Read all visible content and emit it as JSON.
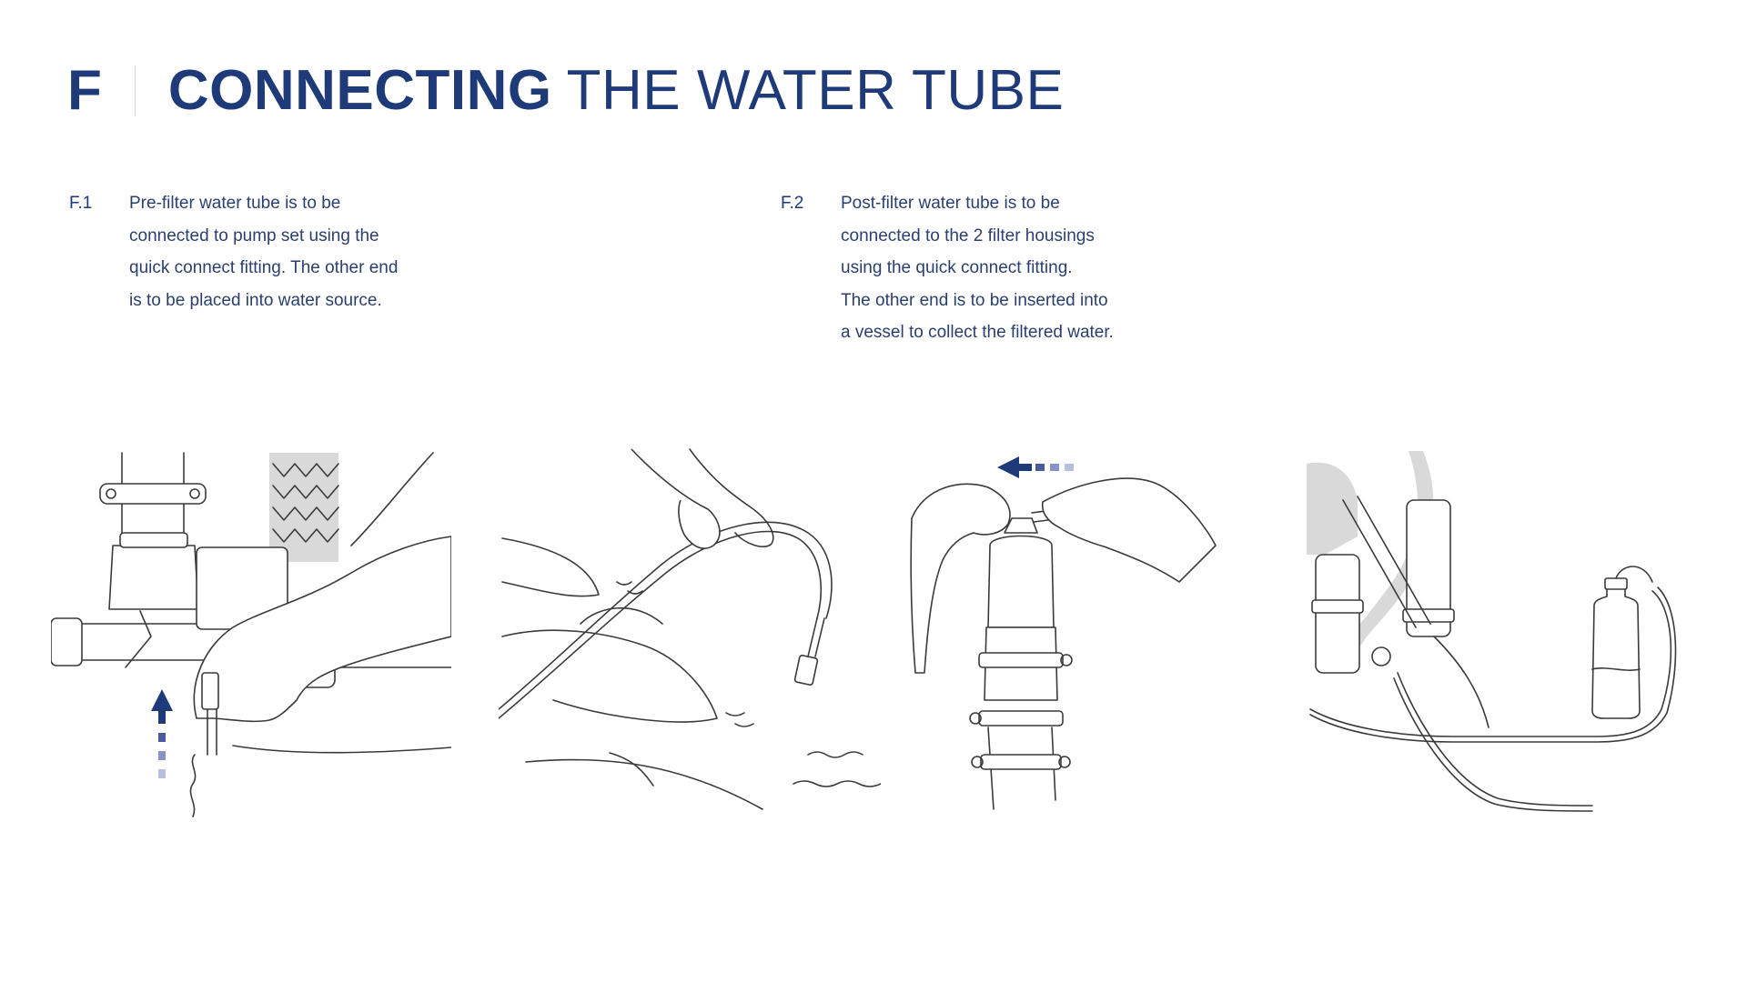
{
  "header": {
    "section_letter": "F",
    "title_bold": "CONNECTING",
    "title_light": "THE WATER TUBE"
  },
  "steps": [
    {
      "number": "F.1",
      "lines": [
        "Pre-filter water tube is to be",
        "connected to pump set using the",
        "quick connect fitting. The other end",
        "is to be placed into water source."
      ]
    },
    {
      "number": "F.2",
      "lines": [
        "Post-filter water tube is to be",
        "connected to the 2 filter housings",
        "using the quick connect fitting.",
        "The other end is to be inserted into",
        "a vessel to collect the filtered water."
      ]
    }
  ],
  "colors": {
    "accent": "#1e3a78",
    "arrow_light": "#b8bedd",
    "arrow_mid": "#8a93c4"
  },
  "illustrations": [
    {
      "icon": "pump-connection-illustration"
    },
    {
      "icon": "tube-in-water-illustration"
    },
    {
      "icon": "filter-connection-illustration"
    },
    {
      "icon": "vessel-collection-illustration"
    }
  ]
}
